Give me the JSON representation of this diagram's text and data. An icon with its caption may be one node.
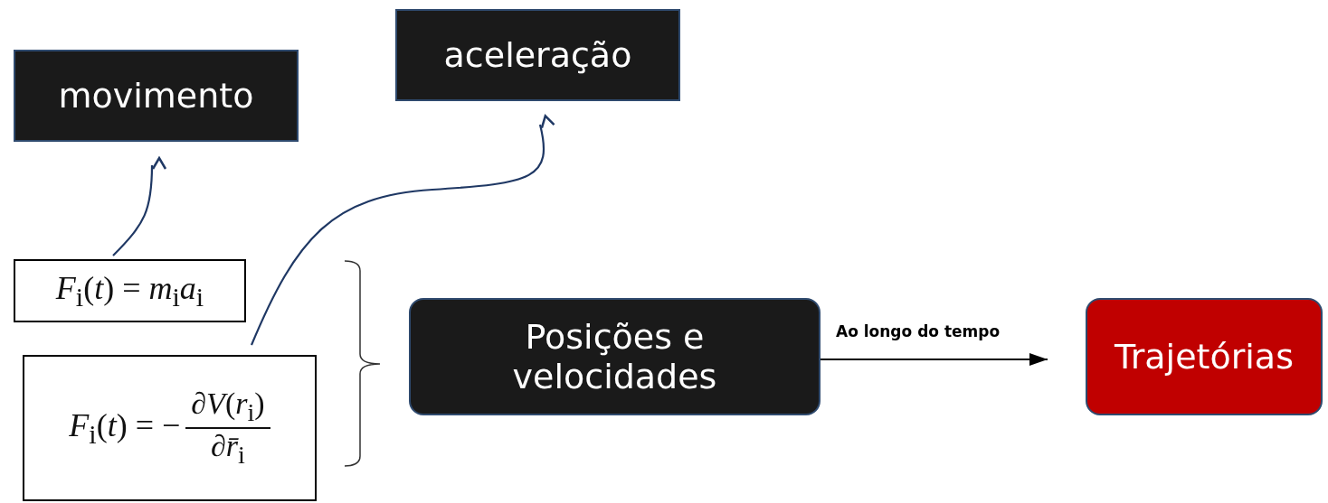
{
  "diagram": {
    "nodes": [
      {
        "text": [
          "movimento"
        ]
      },
      {
        "text": [
          "aceleração"
        ]
      },
      {
        "text": [
          "*F*$_{i}$(*t*) = *m*$_{i}$*a*$_{i}$"
        ]
      },
      {
        "text": [
          "*F*$_{i}$(*t*) = −",
          "∂*V*(*r*$_{i}$)",
          "∂*r̄*$_{i}$"
        ]
      },
      {
        "text": [
          "Posições e velocidades"
        ]
      },
      {
        "text": [
          "Trajetórias"
        ]
      }
    ],
    "edges": [
      {
        "from": 2,
        "to": 0,
        "arrow": "to"
      },
      {
        "from": 3,
        "to": 1,
        "arrow": "to"
      },
      {
        "from": 4,
        "to": 5,
        "arrow": "to",
        "label": "Ao longo do tempo",
        "color": "#000000"
      }
    ]
  }
}
